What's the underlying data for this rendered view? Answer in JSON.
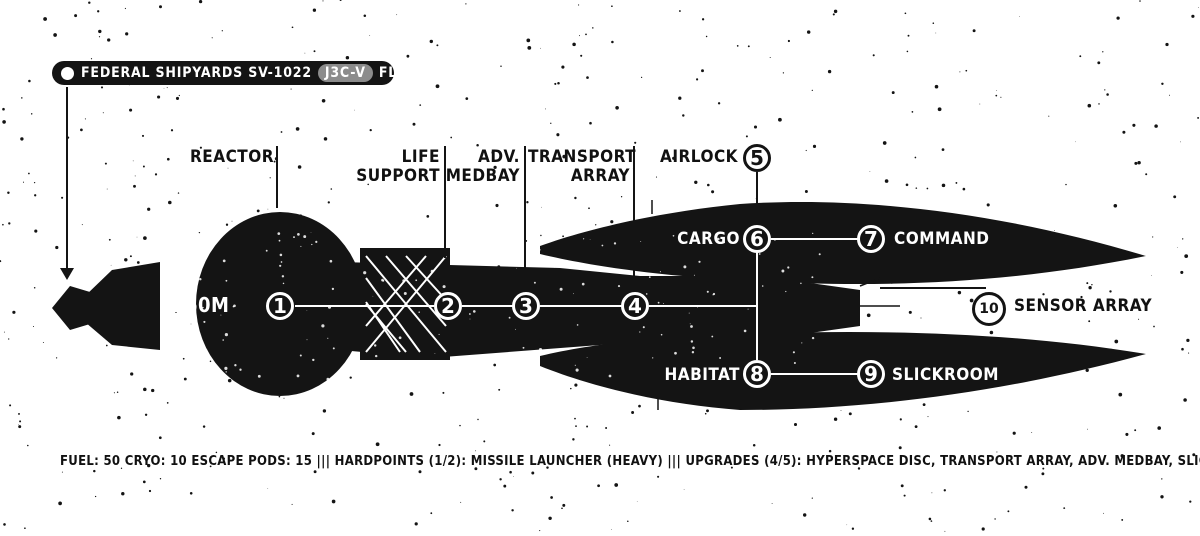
{
  "header": {
    "maker": "FEDERAL SHIPYARDS SV-1022",
    "model_code": "J3C-V",
    "class": "FLAGSHIP"
  },
  "length_label": "260M",
  "modules": [
    {
      "number": "1",
      "label": "REACTOR"
    },
    {
      "number": "2",
      "label_lines": [
        "LIFE",
        "SUPPORT"
      ]
    },
    {
      "number": "3",
      "label_lines": [
        "ADV.",
        "MEDBAY"
      ]
    },
    {
      "number": "4",
      "label_lines": [
        "TRANSPORT",
        "ARRAY"
      ]
    },
    {
      "number": "5",
      "label": "AIRLOCK"
    },
    {
      "number": "6",
      "label": "CARGO"
    },
    {
      "number": "7",
      "label": "COMMAND"
    },
    {
      "number": "8",
      "label": "HABITAT"
    },
    {
      "number": "9",
      "label": "SLICKROOM"
    },
    {
      "number": "10",
      "label": "SENSOR ARRAY"
    }
  ],
  "footer": "FUEL: 50 CRYO: 10 ESCAPE PODS: 15 ||| HARDPOINTS (1/2): MISSILE LAUNCHER (HEAVY) ||| UPGRADES (4/5): HYPERSPACE DISC, TRANSPORT ARRAY, ADV. MEDBAY,  SLICKROOM.",
  "colors": {
    "ink": "#141414",
    "background": "#ffffff",
    "code_pill": "#8c8c8c"
  }
}
